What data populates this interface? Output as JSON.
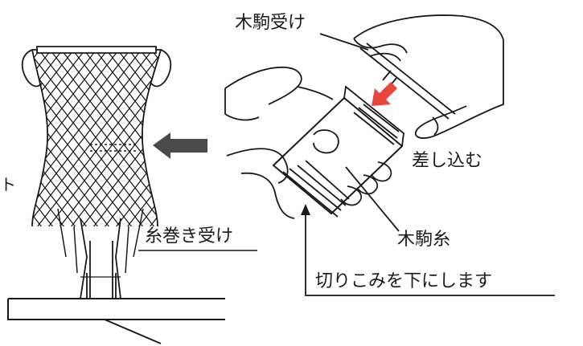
{
  "labels": {
    "kigoma_uke": "木駒受け",
    "sashikomu": "差し込む",
    "kigoma_ito": "木駒糸",
    "itomaki_uke": "糸巻き受け",
    "kirikomi": "切りこみを下にします",
    "edge_fragment": "ト"
  },
  "colors": {
    "line": "#1a1a1a",
    "arrow_gray": "#4a4a4a",
    "arrow_red": "#e8473c"
  }
}
